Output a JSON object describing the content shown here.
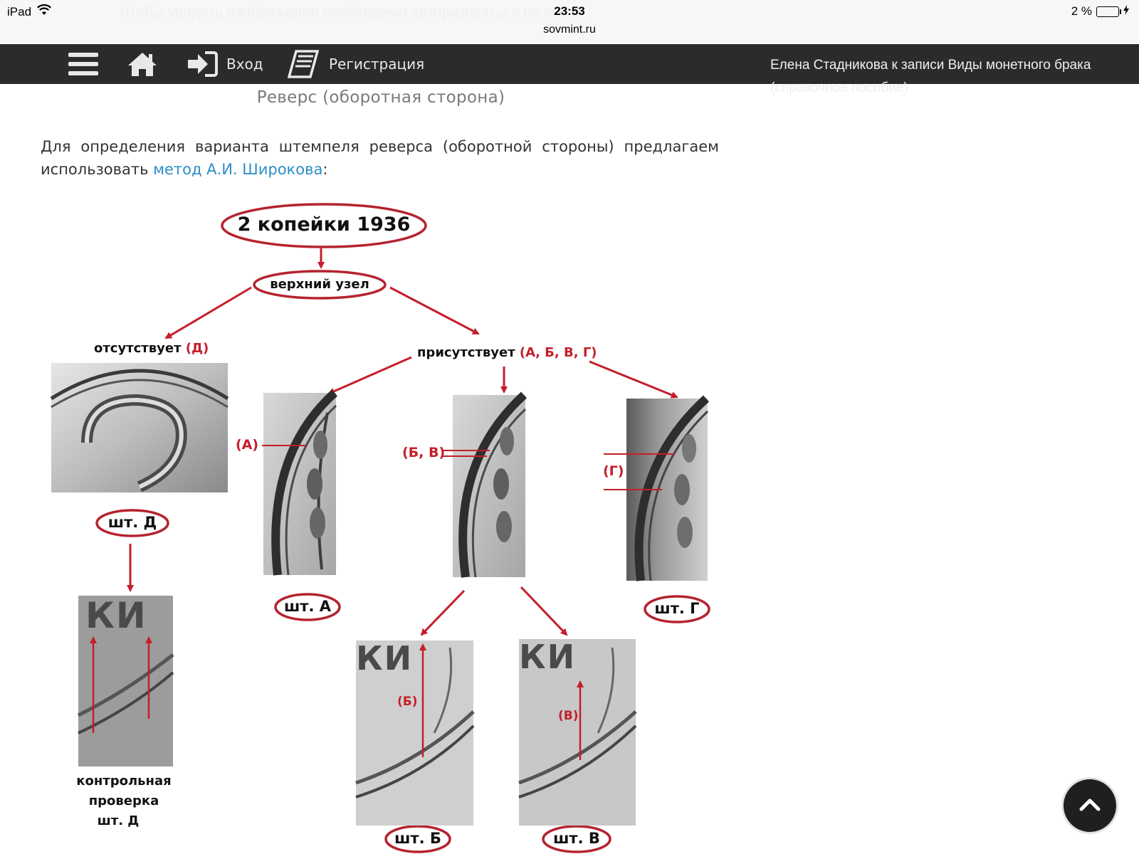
{
  "status_bar": {
    "device": "iPad",
    "time": "23:53",
    "url": "sovmint.ru",
    "battery": "2 %"
  },
  "nav": {
    "login_label": "Вход",
    "register_label": "Регистрация"
  },
  "background": {
    "auth_message": "Чтобы увидеть изображения необходимо авторизоваться на сайте.",
    "side_comment": "Елена Стадникова к записи Виды монетного брака (справочное пособие)"
  },
  "content": {
    "section_title": "Реверс (оборотная сторона)",
    "intro_text": "Для определения варианта штемпеля реверса (оборотной стороны) предлагаем использовать ",
    "intro_link": "метод А.И. Широкова",
    "intro_end": ":"
  },
  "diagram": {
    "root": "2 копейки 1936",
    "node": "верхний узел",
    "absent_label": "отсутствует",
    "absent_variants": "(Д)",
    "present_label": "присутствует",
    "present_variants": "(А, Б, В, Г)",
    "mark_a": "(А)",
    "mark_bv": "(Б, В)",
    "mark_g": "(Г)",
    "mark_b": "(Б)",
    "mark_v": "(В)",
    "coin_letters": "КИ",
    "stamp_d": "шт. Д",
    "stamp_a": "шт. А",
    "stamp_g": "шт. Г",
    "stamp_b": "шт. Б",
    "stamp_v": "шт. В",
    "check_line1": "контрольная",
    "check_line2": "проверка",
    "check_line3": "шт. Д"
  },
  "colors": {
    "nav_bg": "#2b2b2b",
    "accent_red": "#c41e2a",
    "link_blue": "#2a8ec9"
  },
  "icons": {
    "menu": "menu-icon",
    "home": "home-icon",
    "login": "login-icon",
    "register": "register-icon",
    "scroll_top": "chevron-up-icon"
  }
}
